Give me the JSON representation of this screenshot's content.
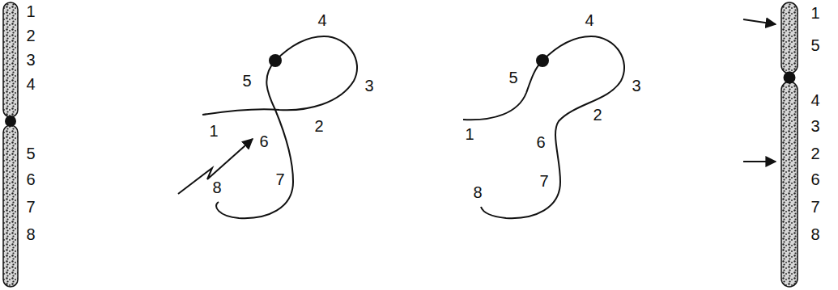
{
  "diagram": {
    "labels": [
      "1",
      "2",
      "3",
      "4",
      "5",
      "6",
      "7",
      "8",
      "4",
      "5",
      "3",
      "2",
      "1",
      "6",
      "7",
      "8",
      "4",
      "5",
      "3",
      "2",
      "1",
      "6",
      "8",
      "7",
      "1",
      "5",
      "4",
      "3",
      "2",
      "6",
      "7",
      "8"
    ]
  }
}
